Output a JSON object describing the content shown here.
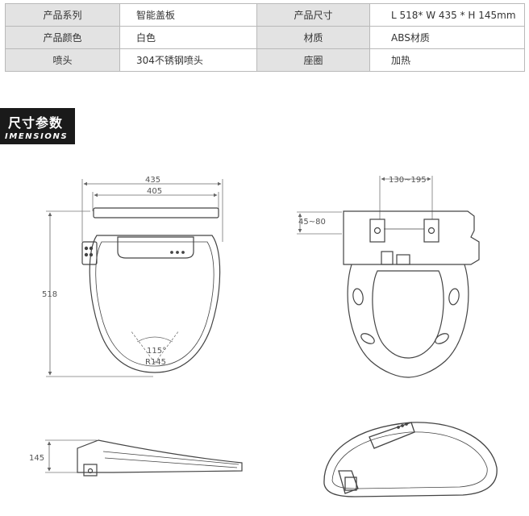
{
  "specs": {
    "rows": [
      [
        {
          "label": "产品系列",
          "value": "智能盖板"
        },
        {
          "label": "产品尺寸",
          "value": "L 518* W 435 * H 145mm"
        }
      ],
      [
        {
          "label": "产品颜色",
          "value": "白色"
        },
        {
          "label": "材质",
          "value": "ABS材质"
        }
      ],
      [
        {
          "label": "喷头",
          "value": "304不锈钢喷头"
        },
        {
          "label": "座圈",
          "value": "加热"
        }
      ]
    ]
  },
  "section": {
    "title_zh": "尺寸参数",
    "title_en": "IMENSIONS"
  },
  "dimensions": {
    "top_width_outer": "435",
    "top_width_inner": "405",
    "length": "518",
    "angle": "115°",
    "radius": "R145",
    "mount_spacing": "130~195",
    "mount_offset": "45~80",
    "height": "145"
  },
  "colors": {
    "line": "#444444",
    "dim": "#666666",
    "header_bg": "#1a1a1a",
    "table_key_bg": "#e3e3e3",
    "table_border": "#b9b9b9"
  }
}
